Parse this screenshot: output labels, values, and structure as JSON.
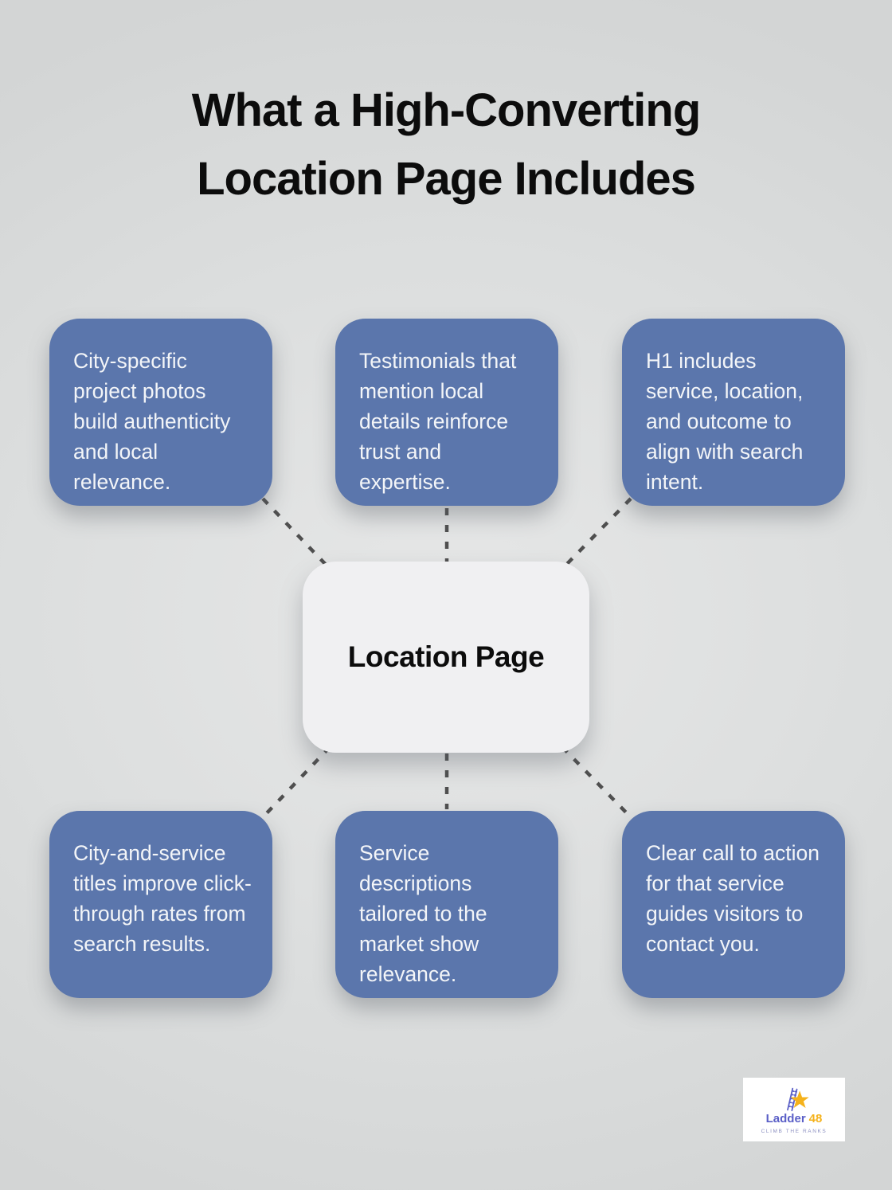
{
  "title": "What a High-Converting Location Page Includes",
  "center": {
    "label": "Location Page"
  },
  "nodes": [
    {
      "position": "top-left",
      "text": "City-specific project photos build authenticity and local relevance."
    },
    {
      "position": "top-middle",
      "text": "Testimonials that mention local details reinforce trust and expertise."
    },
    {
      "position": "top-right",
      "text": "H1 includes service, location, and outcome to align with search intent."
    },
    {
      "position": "bottom-left",
      "text": "City-and-service titles improve click-through rates from search results."
    },
    {
      "position": "bottom-middle",
      "text": "Service descriptions tailored to the market show relevance."
    },
    {
      "position": "bottom-right",
      "text": "Clear call to action for that service guides visitors to contact you."
    }
  ],
  "logo": {
    "name_primary": "Ladder",
    "name_accent": "48",
    "tagline": "CLIMB THE RANKS"
  },
  "colors": {
    "background": "#DCDEDE",
    "node_blue": "#5B76AC",
    "node_text": "#F3F5F8",
    "center_bg": "#F0F0F2",
    "title_text": "#0C0C0C",
    "connector": "#4F4F4F",
    "logo_purple": "#5A5FC7",
    "logo_yellow": "#F5B21B"
  }
}
